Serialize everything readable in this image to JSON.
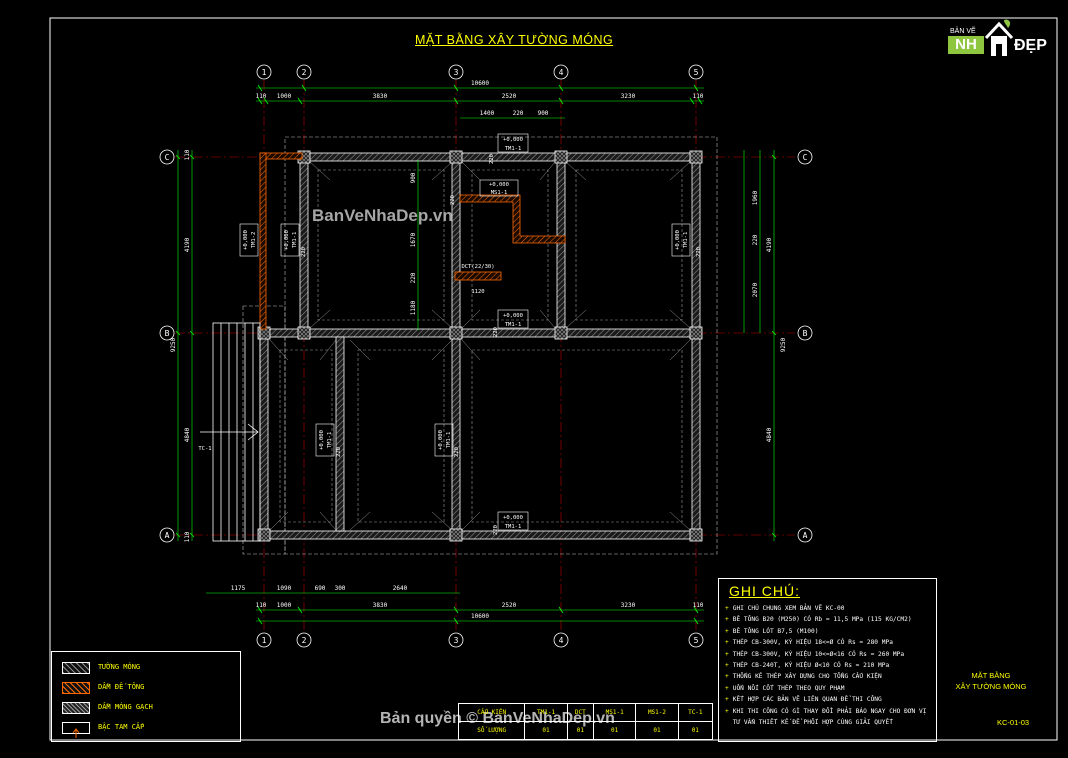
{
  "drawing": {
    "title": "MẶT BẰNG XÂY TƯỜNG MÓNG",
    "watermark_center": "BanVeNhaDep.vn",
    "watermark_bottom": "Bản quyền © BanVeNhaDep.vn"
  },
  "logo": {
    "top_text": "BẢN VẼ",
    "nh_text": "NH",
    "dep_text": "ĐẸP"
  },
  "grid_axes": {
    "vertical": [
      "1",
      "2",
      "3",
      "4",
      "5"
    ],
    "horizontal": [
      "C",
      "B",
      "A"
    ]
  },
  "dimensions": {
    "top_total": "10600",
    "top_chain": [
      "110",
      "1000",
      "3830",
      "2520",
      "3230",
      "110"
    ],
    "top_sub": [
      "1400",
      "220",
      "900"
    ],
    "bottom_chain_1": [
      "1175",
      "1090",
      "690",
      "300",
      "2640"
    ],
    "bottom_chain_2": [
      "110",
      "1000",
      "3830",
      "2520",
      "3230",
      "110"
    ],
    "bottom_total": "10600",
    "left_outer": [
      "4190",
      "9250",
      "4840"
    ],
    "left_inner": [
      "110",
      "110"
    ],
    "right_outer": [
      "4190",
      "9250",
      "4840"
    ],
    "right_inner": [
      "1960",
      "220",
      "2070"
    ],
    "mid_vertical": [
      "900",
      "1670",
      "220",
      "1180"
    ]
  },
  "plan_labels": {
    "elev_tags": [
      "+0,000",
      "+0,000",
      "+0,000",
      "+0,000",
      "+0,000",
      "+0,000",
      "+0,000",
      "+0,000",
      "+0,000"
    ],
    "tm1": "TM1-1",
    "tm12": "TM1-2",
    "ms1": "MS1-1",
    "dct": "DCT(22/30)",
    "dct_dim": "1120",
    "tc": "TC-1",
    "wall_220": "220"
  },
  "legend": {
    "items": [
      "TƯỜNG MÓNG",
      "DẦM ĐẾ TÔNG",
      "DẦM MÓNG GẠCH",
      "BẬC TAM CẤP"
    ]
  },
  "notes": {
    "title": "GHI CHÚ:",
    "items": [
      "GHI CHÚ CHUNG XEM BẢN VẼ KC-00",
      "BÊ TÔNG B20 (M250) CÓ Rb = 11,5 MPa (115 KG/CM2)",
      "BÊ TÔNG LÓT B7,5 (M100)",
      "THÉP CB-300V, KÝ HIỆU 18<=Ø CÓ Rs = 280 MPa",
      "THÉP CB-300V, KÝ HIỆU 10<=Ø<16 CÓ Rs = 260 MPa",
      "THÉP CB-240T, KÝ HIỆU Ø<10 CÓ Rs = 210 MPa",
      "THỐNG KÊ THÉP XÂY DỰNG CHO TỔNG CẤU KIỆN",
      "UỐN NỐI CỐT THÉP THEO QUY PHẠM",
      "KẾT HỢP CÁC BẢN VẼ LIÊN QUAN ĐỂ THI CÔNG",
      "KHI THI CÔNG CÓ GÌ THAY ĐỔI PHẢI BÁO NGAY CHO ĐƠN VỊ",
      "TƯ VẤN THIẾT KẾ ĐỂ PHỐI HỢP CÙNG GIẢI QUYẾT"
    ]
  },
  "schedule": {
    "header": [
      "CẤU KIỆN",
      "TM1-1",
      "DCT",
      "MS1-1",
      "MS1-2",
      "TC-1"
    ],
    "row_label": "SỐ LƯỢNG",
    "values": [
      "01",
      "01",
      "01",
      "01",
      "01"
    ]
  },
  "stamp": {
    "line1": "MẶT BẰNG",
    "line2": "XÂY TƯỜNG MÓNG",
    "drawing_no": "KC-01-03"
  },
  "colors": {
    "wall": "#ffffff",
    "dim": "#00ff00",
    "text": "#ffff00",
    "hatch_wall": "#8c8c8c",
    "gridline": "#ff0000",
    "accent": "#ff6a00"
  }
}
